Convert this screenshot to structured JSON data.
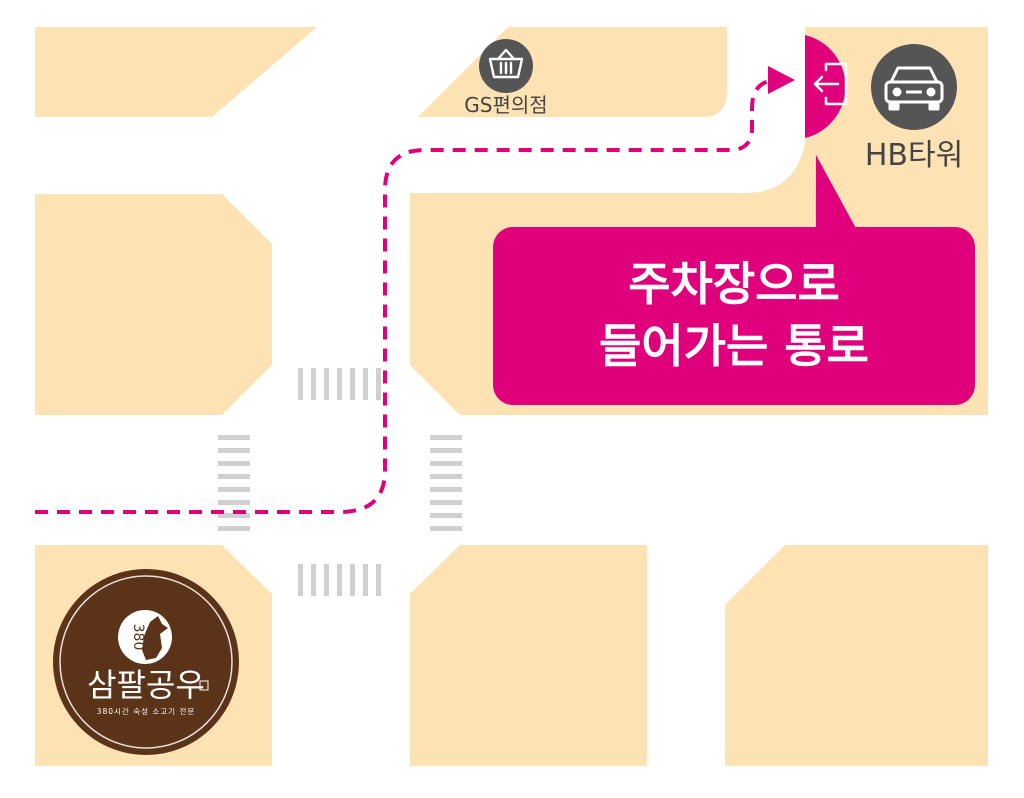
{
  "colors": {
    "block": "#fde3b4",
    "road": "#ffffff",
    "accent": "#e0007b",
    "icon_bg": "#555555",
    "crosswalk": "#d0d0d0",
    "logo_bg": "#5a3319",
    "label": "#444444"
  },
  "landmarks": {
    "convenience_store": {
      "label": "GS편의점",
      "icon": "shopping-basket-icon"
    },
    "building": {
      "label": "HB타워",
      "icon": "car-icon"
    },
    "entrance": {
      "icon": "entrance-icon"
    }
  },
  "callout": {
    "line1": "주차장으로",
    "line2": "들어가는 통로"
  },
  "restaurant": {
    "name": "삼팔공우",
    "number": "380",
    "tagline": "380시간 숙성 소고기 전문",
    "icon": "cow-icon"
  }
}
